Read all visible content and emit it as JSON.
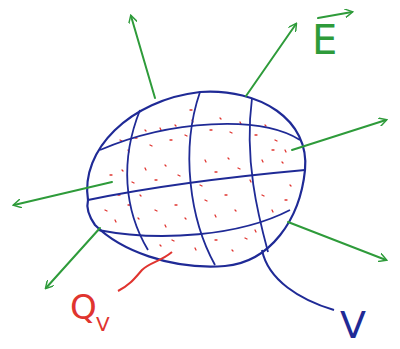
{
  "diagram": {
    "labels": [
      "E",
      "Q",
      "V",
      "V"
    ]
  }
}
